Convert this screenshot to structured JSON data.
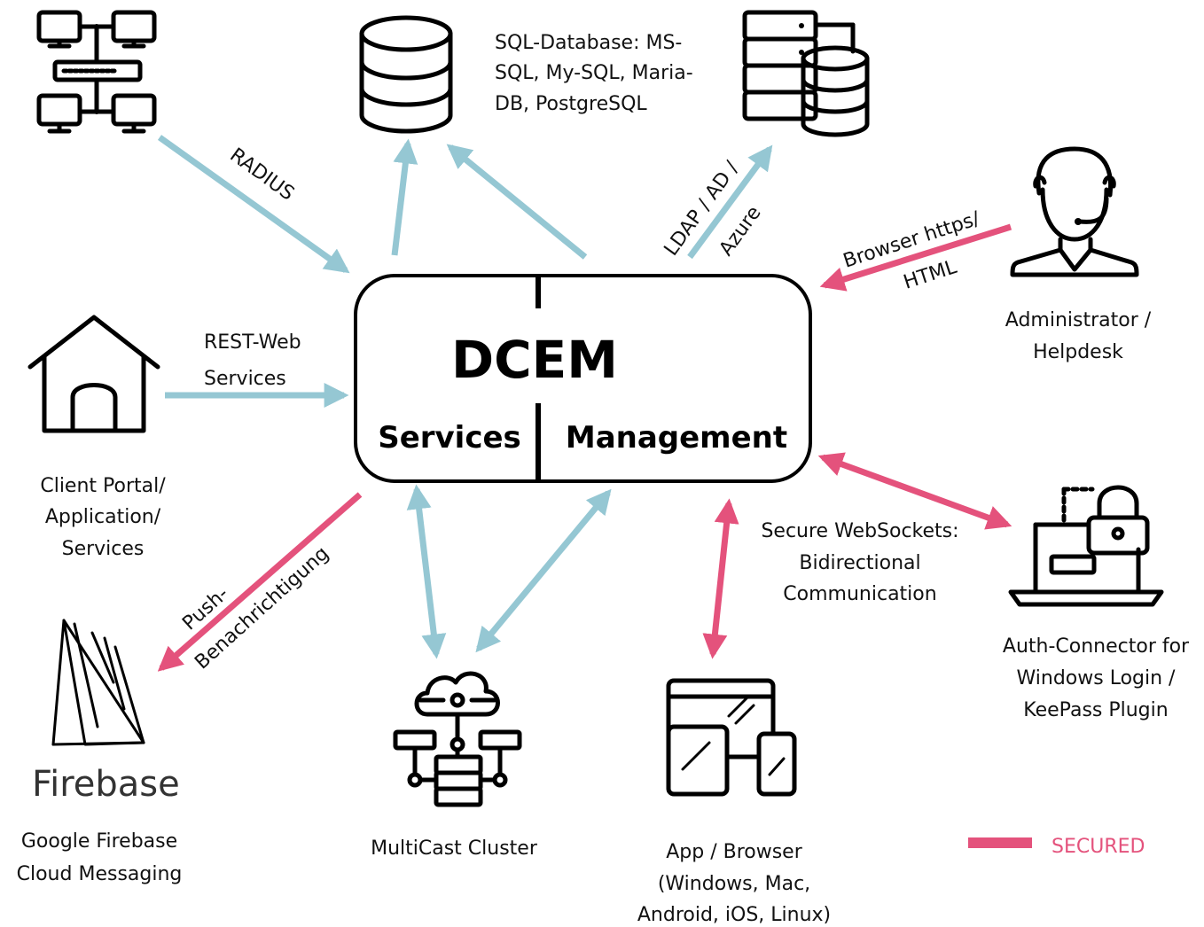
{
  "colors": {
    "standard": "#95c7d3",
    "secured": "#e4527c",
    "text": "#111111"
  },
  "center": {
    "title": "DCEM",
    "left": "Services",
    "right": "Management"
  },
  "nodes": {
    "network": {
      "icon": "network-switch-icon"
    },
    "database": {
      "icon": "database-icon",
      "label_lines": [
        "SQL-Database: MS-",
        "SQL, My-SQL, Maria-",
        "DB, PostgreSQL"
      ]
    },
    "directory": {
      "icon": "server-database-icon"
    },
    "admin": {
      "icon": "helpdesk-agent-icon",
      "label_lines": [
        "Administrator /",
        "Helpdesk"
      ]
    },
    "client": {
      "icon": "house-icon",
      "label_lines": [
        "Client Portal/",
        "Application/",
        "Services"
      ]
    },
    "firebase": {
      "icon": "firebase-icon",
      "logo_text": "Firebase",
      "label_lines": [
        "Google Firebase",
        "Cloud Messaging"
      ]
    },
    "cluster": {
      "icon": "cloud-cluster-icon",
      "label": "MultiCast Cluster"
    },
    "devices": {
      "icon": "multi-device-icon",
      "label_lines": [
        "App / Browser",
        "(Windows, Mac,",
        "Android, iOS, Linux)"
      ]
    },
    "authconnector": {
      "icon": "laptop-lock-icon",
      "label_lines": [
        "Auth-Connector for",
        "Windows Login /",
        "KeePass Plugin"
      ]
    }
  },
  "edges": {
    "radius": "RADIUS",
    "rest": [
      "REST-Web",
      "Services"
    ],
    "ldap": [
      "LDAP / AD /",
      "Azure"
    ],
    "browser": [
      "Browser https/",
      "HTML"
    ],
    "push": [
      "Push-",
      "Benachrichtigung"
    ],
    "websocket": [
      "Secure WebSockets:",
      "Bidirectional",
      "Communication"
    ]
  },
  "legend": {
    "label": "SECURED"
  }
}
